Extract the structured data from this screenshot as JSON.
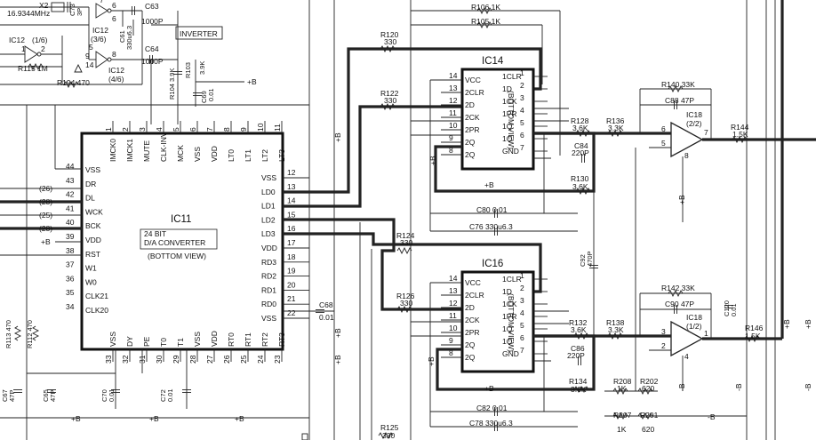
{
  "ic11": {
    "ref": "IC11",
    "desc1": "24 BIT",
    "desc2": "D/A CONVERTER",
    "view": "(BOTTOM VIEW)",
    "top_pins": [
      {
        "num": "1",
        "name": "IMCK0"
      },
      {
        "num": "2",
        "name": "IMCK1"
      },
      {
        "num": "3",
        "name": "MUTE"
      },
      {
        "num": "4",
        "name": "CLK-INV"
      },
      {
        "num": "5",
        "name": "MCK"
      },
      {
        "num": "6",
        "name": "VSS"
      },
      {
        "num": "7",
        "name": "VDD"
      },
      {
        "num": "8",
        "name": "LT0"
      },
      {
        "num": "9",
        "name": "LT1"
      },
      {
        "num": "10",
        "name": "LT2"
      },
      {
        "num": "11",
        "name": "LT3"
      }
    ],
    "left_pins": [
      {
        "num": "44",
        "name": "VSS"
      },
      {
        "num": "43",
        "name": "DR"
      },
      {
        "num": "42",
        "name": "DL"
      },
      {
        "num": "41",
        "name": "WCK"
      },
      {
        "num": "40",
        "name": "BCK"
      },
      {
        "num": "39",
        "name": "VDD"
      },
      {
        "num": "38",
        "name": "RST"
      },
      {
        "num": "37",
        "name": "W1"
      },
      {
        "num": "36",
        "name": "W0"
      },
      {
        "num": "35",
        "name": "CLK21"
      },
      {
        "num": "34",
        "name": "CLK20"
      }
    ],
    "right_pins": [
      {
        "num": "12",
        "name": "VSS"
      },
      {
        "num": "13",
        "name": "LD0"
      },
      {
        "num": "14",
        "name": "LD1"
      },
      {
        "num": "15",
        "name": "LD2"
      },
      {
        "num": "16",
        "name": "LD3"
      },
      {
        "num": "17",
        "name": "VDD"
      },
      {
        "num": "18",
        "name": "RD3"
      },
      {
        "num": "19",
        "name": "RD2"
      },
      {
        "num": "20",
        "name": "RD1"
      },
      {
        "num": "21",
        "name": "RD0"
      },
      {
        "num": "22",
        "name": "VSS"
      }
    ],
    "bottom_pins": [
      {
        "num": "33",
        "name": "VSS"
      },
      {
        "num": "32",
        "name": "DY"
      },
      {
        "num": "31",
        "name": "PE"
      },
      {
        "num": "30",
        "name": "T0"
      },
      {
        "num": "29",
        "name": "T1"
      },
      {
        "num": "28",
        "name": "VSS"
      },
      {
        "num": "27",
        "name": "VDD"
      },
      {
        "num": "26",
        "name": "RT0"
      },
      {
        "num": "25",
        "name": "RT1"
      },
      {
        "num": "24",
        "name": "RT2"
      },
      {
        "num": "23",
        "name": "RT3"
      }
    ]
  },
  "ic14": {
    "ref": "IC14",
    "view": "(BOTTOM VIEW)",
    "left_pins": [
      {
        "num": "14",
        "name": "VCC"
      },
      {
        "num": "13",
        "name": "2CLR"
      },
      {
        "num": "12",
        "name": "2D"
      },
      {
        "num": "11",
        "name": "2CK"
      },
      {
        "num": "10",
        "name": "2PR"
      },
      {
        "num": "9",
        "name": "2Q"
      },
      {
        "num": "8",
        "name": "2Q"
      }
    ],
    "right_pins": [
      {
        "num": "1",
        "name": "1CLR"
      },
      {
        "num": "2",
        "name": "1D"
      },
      {
        "num": "3",
        "name": "1CK"
      },
      {
        "num": "4",
        "name": "1PR"
      },
      {
        "num": "5",
        "name": "1Q"
      },
      {
        "num": "6",
        "name": "1Q"
      },
      {
        "num": "7",
        "name": "GND"
      }
    ]
  },
  "ic16": {
    "ref": "IC16",
    "view": "(BOTTOM VIEW)",
    "left_pins": [
      {
        "num": "14",
        "name": "VCC"
      },
      {
        "num": "13",
        "name": "2CLR"
      },
      {
        "num": "12",
        "name": "2D"
      },
      {
        "num": "11",
        "name": "2CK"
      },
      {
        "num": "10",
        "name": "2PR"
      },
      {
        "num": "9",
        "name": "2Q"
      },
      {
        "num": "8",
        "name": "2Q"
      }
    ],
    "right_pins": [
      {
        "num": "1",
        "name": "1CLR"
      },
      {
        "num": "2",
        "name": "1D"
      },
      {
        "num": "3",
        "name": "1CK"
      },
      {
        "num": "4",
        "name": "1PR"
      },
      {
        "num": "5",
        "name": "1Q"
      },
      {
        "num": "6",
        "name": "1Q"
      },
      {
        "num": "7",
        "name": "GND"
      }
    ]
  },
  "opamps": {
    "ic18a": {
      "ref": "IC18",
      "unit": "(2/2)",
      "pin_plus": "5",
      "pin_minus": "6",
      "pin_out": "7",
      "pin_v": "8"
    },
    "ic18b": {
      "ref": "IC18",
      "unit": "(1/2)",
      "pin_plus": "3",
      "pin_minus": "2",
      "pin_out": "1",
      "pin_v": "4"
    }
  },
  "top_left": {
    "x2": "X2",
    "x2_val": "16.9344MHz",
    "c73": "C73",
    "c73_val": "3P",
    "ic12_a": "IC12",
    "ic12_a_unit": "(1/6)",
    "ic12_b": "IC12",
    "ic12_b_unit": "(3/6)",
    "ic12_c": "IC12",
    "ic12_c_unit": "(4/6)",
    "r115": "R115 1M",
    "r194": "R194 470",
    "c61": "C61",
    "c61_val": "330u6.3",
    "c63": "C63",
    "c63_val": "1000P",
    "c64": "C64",
    "c64_val": "1000P",
    "inverter": "INVERTER",
    "r103": "R103",
    "r103_val": "3.9K",
    "r104": "R104 3.9K",
    "c69": "C69",
    "c69_val": "0.01",
    "pin_labels": [
      "1",
      "2",
      "7",
      "6",
      "5",
      "9",
      "8",
      "14"
    ]
  },
  "nets": {
    "plus_b": "+B",
    "minus_b": "-B",
    "n26": "(26)",
    "n28_left": "(28)",
    "n25": "(25)",
    "n28b": "(28)"
  },
  "components": {
    "r106": "R106 1K",
    "r105": "R105 1K",
    "r120": "R120",
    "r120_val": "330",
    "r122": "R122",
    "r122_val": "330",
    "r124": "R124",
    "r124_val": "330",
    "r125": "R125",
    "r125_val": "330",
    "r126": "R126",
    "r126_val": "330",
    "r128": "R128",
    "r128_val": "3.6K",
    "r130": "R130",
    "r130_val": "3.6K",
    "r132": "R132",
    "r132_val": "3.6K",
    "r134": "R134",
    "r134_val": "3.6K",
    "r136": "R136",
    "r136_val": "3.3K",
    "r138": "R138",
    "r138_val": "3.3K",
    "r140": "R140 33K",
    "c88": "C88 47P",
    "r142": "R142 33K",
    "c90": "C90 47P",
    "r144": "R144",
    "r144_val": "1.5K",
    "r146": "R146",
    "r146_val": "1.5K",
    "c84": "C84",
    "c84_val": "220P",
    "c86": "C86",
    "c86_val": "220P",
    "c80": "C80 0.01",
    "c76": "C76 330u6.3",
    "c82": "C82 0.01",
    "c78": "C78 330u6.3",
    "c92": "C92",
    "c92_val": "470P",
    "c68": "C68",
    "c68_val": "0.01",
    "c70": "C70",
    "c70_val": "0.01",
    "c72": "C72",
    "c72_val": "0.01",
    "c65": "C65",
    "c65_val": "47P",
    "c67": "C67",
    "c67_val": "47P",
    "r113": "R113 470",
    "r112": "R112 470",
    "c120": "C120",
    "c120_val": "0.01",
    "r208": "R208",
    "r208_val": "1K",
    "r202": "R202",
    "r202_val": "620",
    "r207": "R207",
    "r207_val": "1K",
    "r201": "R201",
    "r201_val": "620"
  }
}
